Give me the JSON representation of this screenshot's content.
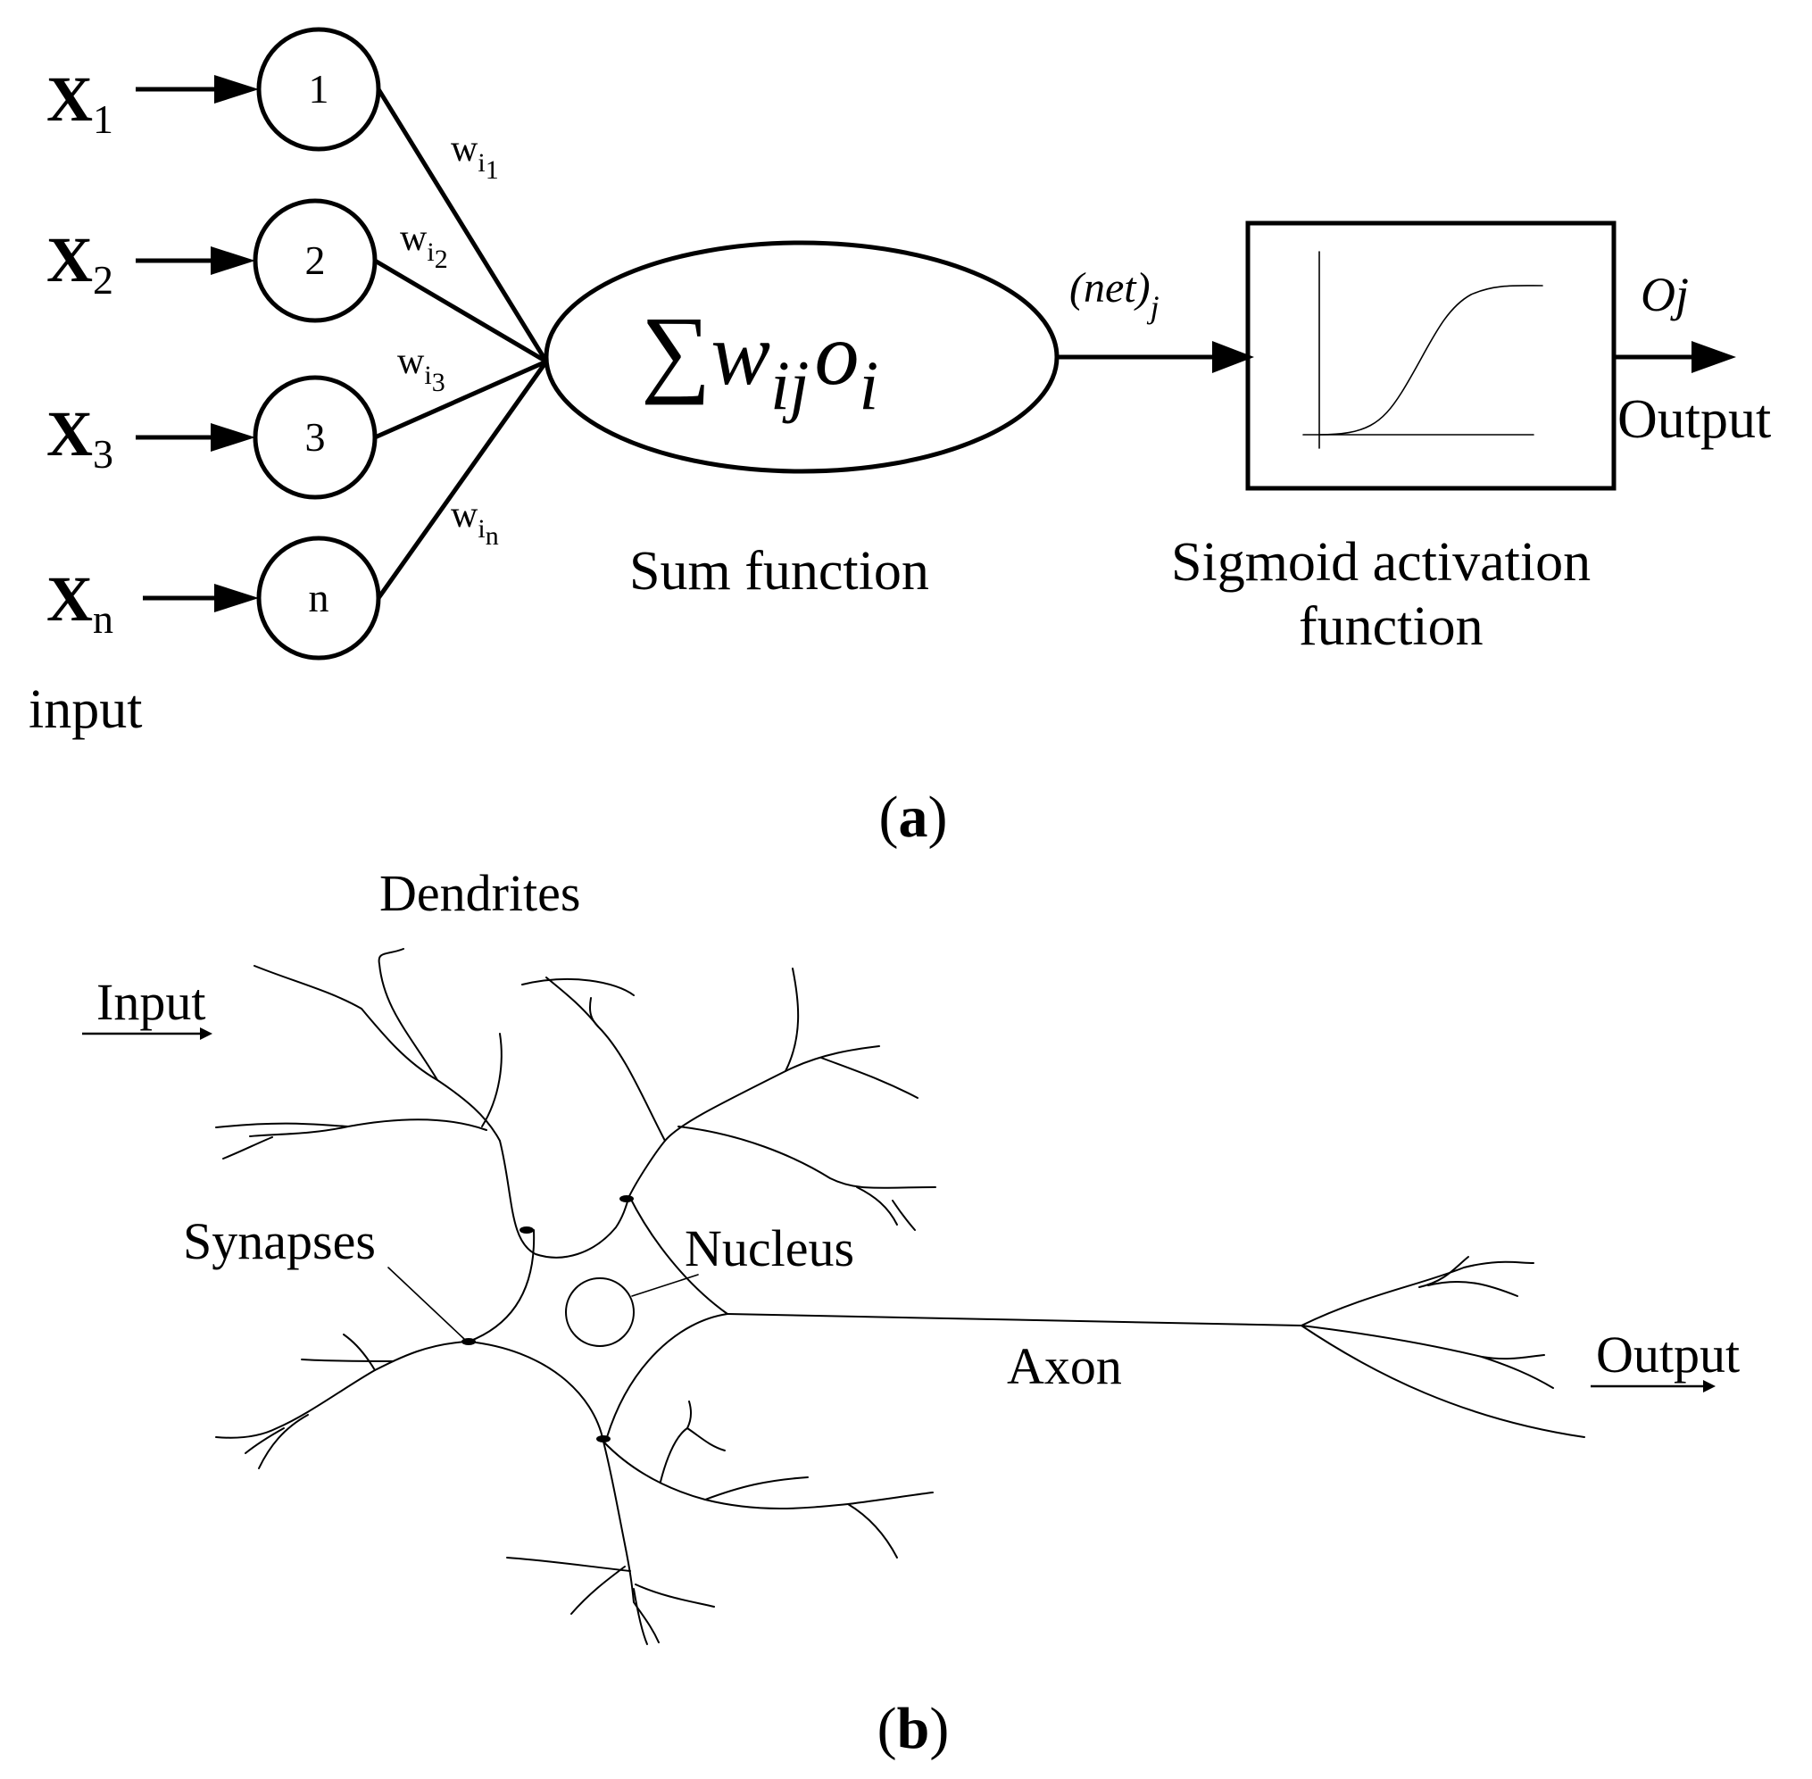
{
  "panel_a": {
    "inputs": [
      {
        "var": "X",
        "sub": "1",
        "node": "1",
        "weight_sub": "1"
      },
      {
        "var": "X",
        "sub": "2",
        "node": "2",
        "weight_sub": "2"
      },
      {
        "var": "X",
        "sub": "3",
        "node": "3",
        "weight_sub": "3"
      },
      {
        "var": "X",
        "sub": "n",
        "node": "n",
        "weight_sub": "n"
      }
    ],
    "weight_symbol": "w",
    "weight_index": "i",
    "input_label": "input",
    "sum_formula": {
      "sigma": "∑",
      "w": "w",
      "ij": "ij",
      "o": "o",
      "i": "i"
    },
    "sum_label": "Sum function",
    "net_label": {
      "main": "(net)",
      "sub": "j"
    },
    "activation_label_line1": "Sigmoid activation",
    "activation_label_line2": "function",
    "output_symbol": "Oj",
    "output_label": "Output",
    "panel_label": {
      "open": "(",
      "letter": "a",
      "close": ")"
    }
  },
  "panel_b": {
    "dendrites_label": "Dendrites",
    "input_label": "Input",
    "synapses_label": "Synapses",
    "nucleus_label": "Nucleus",
    "axon_label": "Axon",
    "output_label": "Output",
    "panel_label": {
      "open": "(",
      "letter": "b",
      "close": ")"
    }
  }
}
